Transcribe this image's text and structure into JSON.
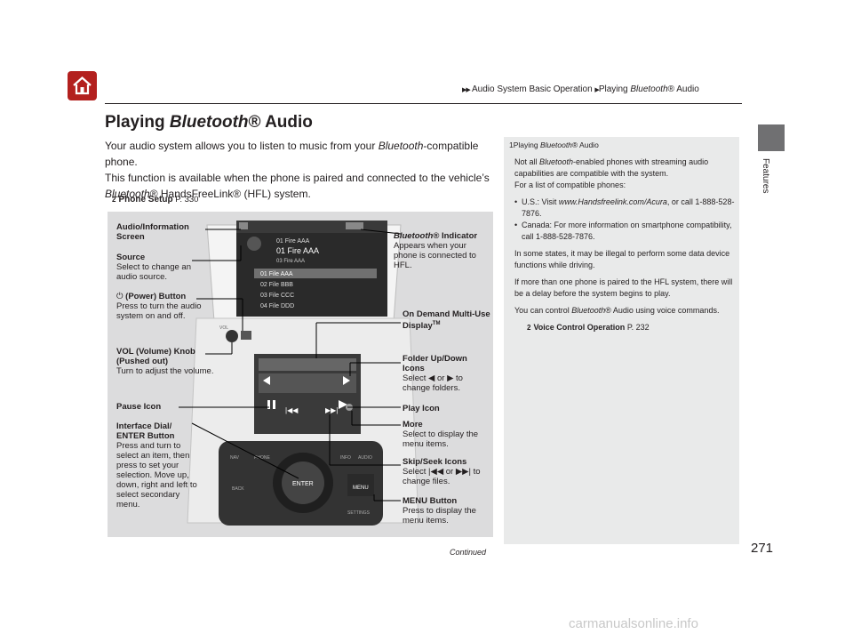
{
  "nav": {
    "breadcrumb": {
      "part1": "Audio System Basic Operation",
      "part2_pre": "Playing ",
      "part2_italic": "Bluetooth",
      "part2_post": "® Audio"
    }
  },
  "page": {
    "title_pre": "Playing ",
    "title_italic": "Bluetooth",
    "title_post": "® Audio",
    "intro": {
      "l1_pre": "Your audio system allows you to listen to music from your ",
      "l1_it": "Bluetooth",
      "l1_post": "-compatible phone.",
      "l2": "This function is available when the phone is paired and connected to the vehicle’s ",
      "l2_it": "Bluetooth",
      "l2_post": "® HandsFreeLink® (HFL) system."
    },
    "xref": {
      "label": "Phone Setup",
      "page": "P. 330"
    },
    "number": "271",
    "continued": "Continued",
    "section_tab": "Features"
  },
  "figure": {
    "labels": {
      "audio_screen": "Audio/Information Screen",
      "source_title": "Source",
      "source_desc": "Select to change an audio source.",
      "power_title": "(Power) Button",
      "power_desc": "Press to turn the audio system on and off.",
      "vol_title": "VOL (Volume) Knob (Pushed out)",
      "vol_desc": "Turn to adjust the volume.",
      "pause": "Pause Icon",
      "dial_title": "Interface Dial/ ENTER Button",
      "dial_desc": "Press and turn to select an item, then press to set your selection. Move up, down, right and left to select secondary menu.",
      "bt_title": "Bluetooth",
      "bt_title_post": "® Indicator",
      "bt_desc": "Appears when your phone is connected to HFL.",
      "ondemand_title": "On Demand Multi-Use Display",
      "ondemand_tm": "TM",
      "folder_title": "Folder Up/Down Icons",
      "folder_desc_pre": "Select",
      "folder_desc_or": "or",
      "folder_desc_post": "to change folders.",
      "play": "Play Icon",
      "more_title": "More",
      "more_desc": "Select to display the menu items.",
      "skip_title": "Skip/Seek Icons",
      "skip_desc_pre": "Select",
      "skip_desc_or": "or",
      "skip_desc_post": "to change files.",
      "menu_title": "MENU Button",
      "menu_desc": "Press to display the menu items."
    },
    "screen": {
      "line1": "01 Fire AAA",
      "tracks": [
        "01 File AAA",
        "02 File BBB",
        "03 File CCC",
        "04 File DDD"
      ]
    },
    "panel": {
      "nav": "NAV",
      "phone": "PHONE",
      "info": "INFO",
      "audio": "AUDIO",
      "back": "BACK",
      "enter": "ENTER",
      "menu": "MENU",
      "settings": "SETTINGS",
      "vol": "VOL"
    }
  },
  "sidebar": {
    "title_pre": "Playing ",
    "title_it": "Bluetooth",
    "title_post": "® Audio",
    "p1_pre": "Not all ",
    "p1_it": "Bluetooth",
    "p1_post": "-enabled phones with streaming audio capabilities are compatible with the system.",
    "p1b": "For a list of compatible phones:",
    "b1_pre": "U.S.: Visit ",
    "b1_it": "www.Handsfreelink.com/Acura",
    "b1_post": ", or call 1-888-528-7876.",
    "b2": "Canada: For more information on smartphone compatibility, call 1-888-528-7876.",
    "p2": "In some states, it may be illegal to perform some data device functions while driving.",
    "p3": "If more than one phone is paired to the HFL system, there will be a delay before the system begins to play.",
    "p4_pre": "You can control ",
    "p4_it": "Bluetooth",
    "p4_post": "® Audio using voice commands.",
    "xref_label": "Voice Control Operation",
    "xref_page": "P. 232"
  },
  "watermark": "carmanualsonline.info",
  "colors": {
    "home": "#b3201e",
    "figure_bg": "#dcdcdd",
    "sidebar_bg": "#e9eaea",
    "tab": "#707072"
  }
}
